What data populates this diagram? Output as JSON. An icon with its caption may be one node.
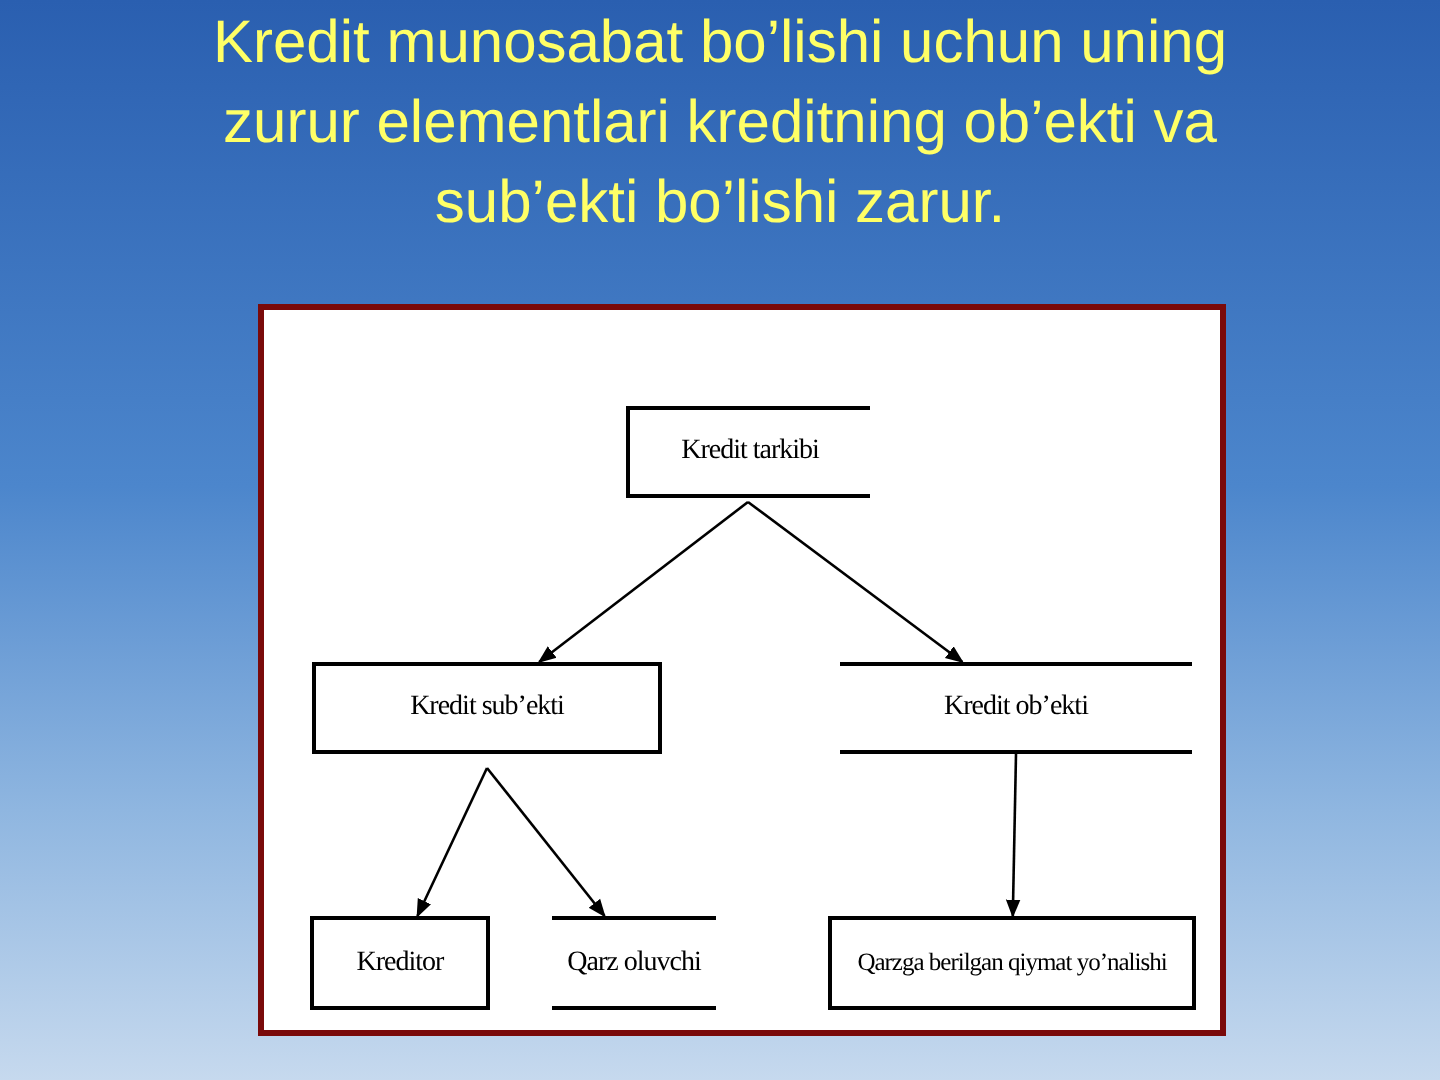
{
  "diagram": {
    "title": "Kredit munosabat bo’lishi uchun uning zurur elementlari kreditning ob’ekti va sub’ekti bo’lishi zarur.",
    "nodes": [
      {
        "text": [
          "Kredit tarkibi"
        ]
      },
      {
        "text": [
          "Kredit sub’ekti"
        ]
      },
      {
        "text": [
          "Kredit ob’ekti"
        ]
      },
      {
        "text": [
          "Kreditor"
        ]
      },
      {
        "text": [
          "Qarz oluvchi"
        ]
      },
      {
        "text": [
          "Qarzga berilgan qiymat yo’nalishi"
        ]
      }
    ],
    "edges": [
      {
        "from": 0,
        "to": 1,
        "arrow": "to"
      },
      {
        "from": 0,
        "to": 2,
        "arrow": "to"
      },
      {
        "from": 1,
        "to": 3,
        "arrow": "to"
      },
      {
        "from": 1,
        "to": 4,
        "arrow": "to"
      },
      {
        "from": 2,
        "to": 5,
        "arrow": "to"
      }
    ]
  }
}
